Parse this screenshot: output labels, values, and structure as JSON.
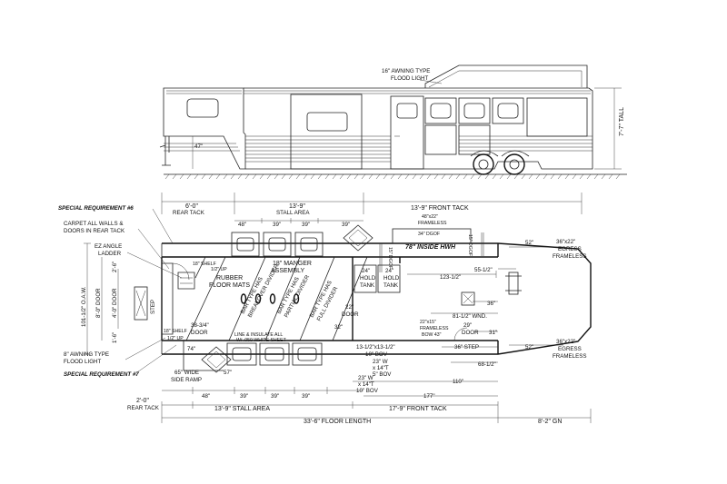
{
  "elevation": {
    "awning_label_1": "16\" AWNING TYPE",
    "awning_label_2": "FLOOD LIGHT",
    "height_label": "7'-7\" TALL",
    "jack_label": "47\""
  },
  "top_dims": {
    "rear_tack": [
      "6'-0\"",
      "REAR TACK"
    ],
    "stall_area": [
      "13'-9\"",
      "STALL AREA"
    ],
    "front_tack": "13'-9\" FRONT TACK",
    "stall_widths": [
      "48\"",
      "39\"",
      "39\"",
      "39\""
    ]
  },
  "callouts": {
    "special_6": "SPECIAL REQUIREMENT #6",
    "carpet": [
      "CARPET ALL WALLS &",
      "DOORS IN REAR TACK"
    ],
    "ladder": [
      "EZ ANGLE",
      "LADDER"
    ],
    "awning_8": [
      "8\" AWNING TYPE",
      "FLOOD LIGHT"
    ],
    "special_7": "SPECIAL REQUIREMENT #7"
  },
  "side_dims": {
    "oaw": "101-1/2\" O.A.W.",
    "door_width": "8'-0\" DOOR",
    "door_inner": "4'-0\" DOOR",
    "d_26a": "2'-6\"",
    "d_16": "1'-6\""
  },
  "interior": {
    "shelf_top": [
      "18\" SHELF",
      "1/2\" UP"
    ],
    "step_rear": "STEP",
    "shelf_bottom": [
      "18\" SHELF",
      "1/2\" UP"
    ],
    "door_3834": [
      "38-3/4\"",
      "DOOR"
    ],
    "d_74": "74\"",
    "rubber_floor": [
      "RUBBER",
      "FLOOR MATS"
    ],
    "manger": [
      "18\" MANGER",
      "ASSEMBLY"
    ],
    "divider_1": [
      "BAR TYPE HAS",
      "BREAKOVER DIVIDER"
    ],
    "divider_2": [
      "BAR TYPE HAS",
      "PARTIAL DIVIDER"
    ],
    "divider_3": [
      "BAR TYPE HAS",
      "FULL DIVIDER"
    ],
    "side_ramp": [
      "65\" WIDE",
      "SIDE RAMP"
    ],
    "d_57": "57\"",
    "lined_sheet": [
      "LINE & INSULATE ALL",
      "W/ .050 WHITE SHEET"
    ]
  },
  "front_tack": {
    "frameless_1": [
      "48\"x22\"",
      "FRAMELESS"
    ],
    "dgof_1": "34\" DGOF",
    "dgof_left": "15\" DGOF",
    "dgof_right": "15\" DGOF",
    "hwh": "78\" INSIDE HWH",
    "hold_tank_1": [
      "24\"",
      "HOLD",
      "TANK"
    ],
    "hold_tank_2": [
      "24\"",
      "HOLD",
      "TANK"
    ],
    "door_22": [
      "22\"",
      "DOOR"
    ],
    "d_32": "32\"",
    "d_123": "123-1/2\"",
    "d_36": "36\"",
    "d_55": "55-1/2\"",
    "wnd": "81-1/2\" WND.",
    "frameless_bow": [
      "22\"x15\"",
      "FRAMELESS",
      "BOW 43\""
    ],
    "door_29": [
      "29\"",
      "DOOR"
    ],
    "d_31": "31\"",
    "step_36": "36\" STEP",
    "d_6812": "68-1/2\"",
    "d_110": "110\"",
    "d_177": "177\"",
    "bov_1": [
      "13-1/2\"x13-1/2\"",
      "10\" BOV"
    ],
    "bov_2": [
      "23\" W",
      "x 14\"T",
      "5\" BOV"
    ],
    "bov_3": [
      "23\" W",
      "x 14\"T",
      "10\" BOV"
    ],
    "egress_1": [
      "36\"x22\"",
      "EGRESS",
      "FRAMELESS"
    ],
    "egress_2": [
      "36\"x22\"",
      "EGRESS",
      "FRAMELESS"
    ],
    "d_52a": "52\"",
    "d_52b": "52\""
  },
  "bottom_dims": {
    "stall_widths": [
      "48\"",
      "39\"",
      "39\"",
      "39\""
    ],
    "rear_tack": [
      "2'-0\"",
      "REAR TACK"
    ],
    "stall_area": "13'-9\" STALL AREA",
    "front_tack": "17'-9\" FRONT TACK",
    "floor_length": "33'-6\" FLOOR LENGTH",
    "gn": "8'-2\" GN"
  }
}
